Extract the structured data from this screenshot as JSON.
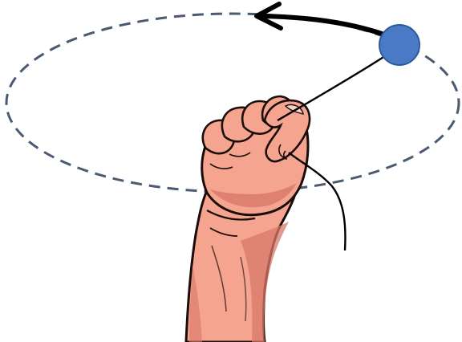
{
  "figure": {
    "background": "#ffffff",
    "orbit_color": "#4a5a70",
    "ball_fill": "#4a79c5",
    "ball_stroke": "#2e5aa0",
    "string_color": "#000000",
    "arrow_color": "#000000",
    "skin_color": "#f4a48f",
    "skin_shadow": "#d87868",
    "outline_color": "#1a0d0a"
  },
  "icons": [
    "dashed-ellipse-orbit",
    "ball-icon",
    "direction-arrow-icon",
    "string",
    "fist-hand-illustration"
  ]
}
